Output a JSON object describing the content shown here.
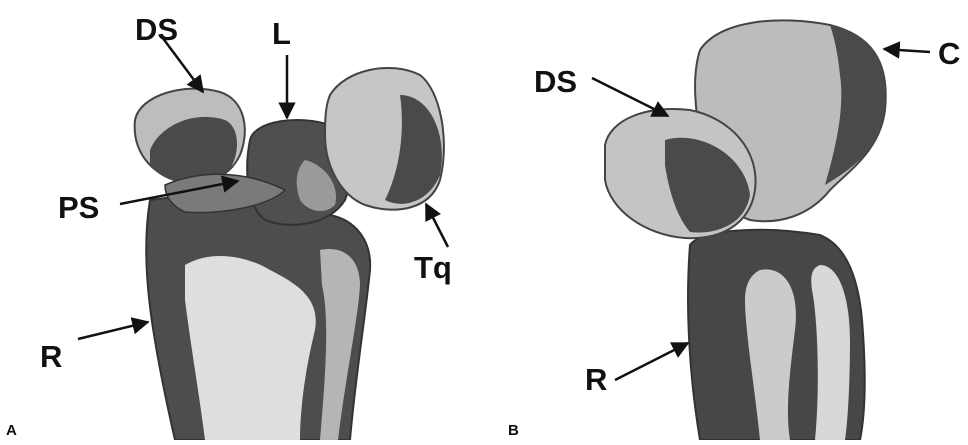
{
  "figure": {
    "panels": [
      {
        "id": "A",
        "panel_label": "A",
        "labels": {
          "ds": "DS",
          "l": "L",
          "ps": "PS",
          "tq": "Tq",
          "r": "R"
        }
      },
      {
        "id": "B",
        "panel_label": "B",
        "labels": {
          "ds": "DS",
          "c": "C",
          "r": "R"
        }
      }
    ],
    "colors": {
      "bone_dark": "#4a4a4a",
      "bone_mid": "#8c8c8c",
      "bone_light": "#d9d9d9",
      "bone_highlight": "#f2f2f2",
      "text": "#111111"
    }
  }
}
